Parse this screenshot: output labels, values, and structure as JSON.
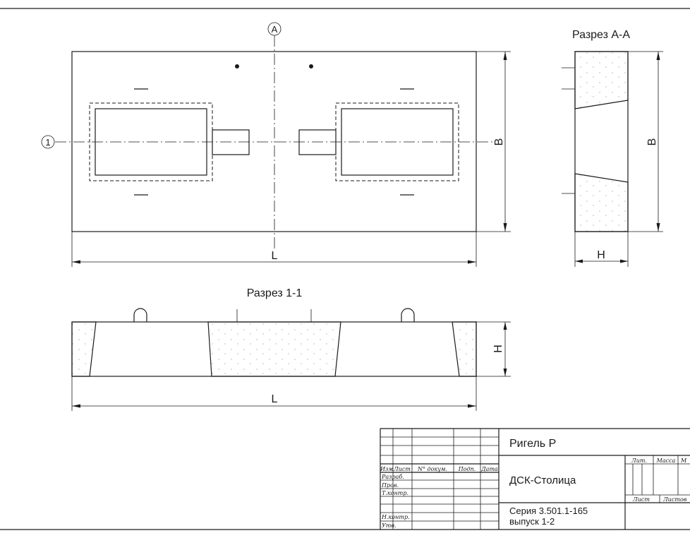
{
  "drawing": {
    "axis_a_marker": "A",
    "axis_1_marker": "1",
    "section_aa_title": "Разрез А-А",
    "section_11_title": "Разрез 1-1",
    "dim_length": "L",
    "dim_width": "B",
    "dim_height": "H"
  },
  "title_block": {
    "product_name": "Ригель Р",
    "organization": "ДСК-Столица",
    "series_line1": "Серия 3.501.1-165",
    "series_line2": "выпуск 1-2",
    "col_headers": {
      "izm": "Изм",
      "list": "Лист",
      "doc_no": "N° докум.",
      "sign": "Подп.",
      "date": "Дата"
    },
    "rows": {
      "razrab": "Разраб.",
      "prov": "Пров.",
      "tkontr": "Т.контр.",
      "nkontr": "Н.контр.",
      "utv": "Утв."
    },
    "stage": {
      "lit": "Лит.",
      "massa": "Масса",
      "masshtab": "М",
      "list": "Лист",
      "listov": "Листов"
    }
  }
}
